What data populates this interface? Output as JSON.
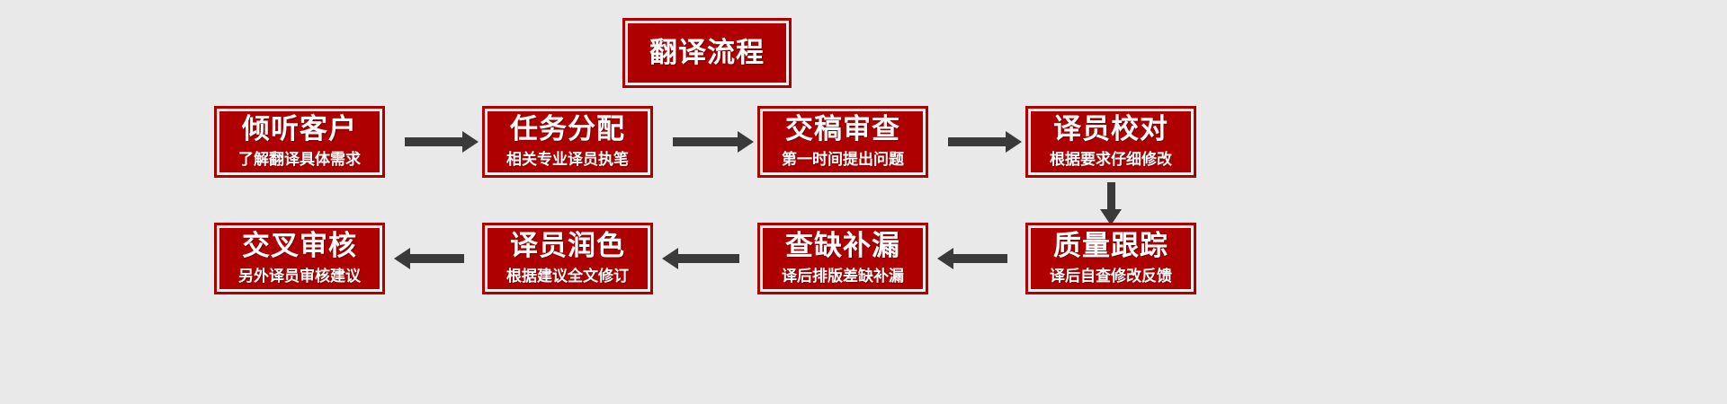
{
  "diagram": {
    "type": "flowchart",
    "background_color": "#e9e9e9",
    "box_fill_color": "#ae0000",
    "box_inner_border_color": "#f2eceb",
    "text_color": "#ffffff",
    "arrow_color": "#3a3a3a",
    "heading": {
      "title": "翻译流程"
    },
    "rows": [
      {
        "direction": "left-to-right",
        "nodes": [
          {
            "title": "倾听客户",
            "subtitle": "了解翻译具体需求"
          },
          {
            "title": "任务分配",
            "subtitle": "相关专业译员执笔"
          },
          {
            "title": "交稿审查",
            "subtitle": "第一时间提出问题"
          },
          {
            "title": "译员校对",
            "subtitle": "根据要求仔细修改"
          }
        ]
      },
      {
        "direction": "right-to-left",
        "nodes": [
          {
            "title": "交叉审核",
            "subtitle": "另外译员审核建议"
          },
          {
            "title": "译员润色",
            "subtitle": "根据建议全文修订"
          },
          {
            "title": "查缺补漏",
            "subtitle": "译后排版差缺补漏"
          },
          {
            "title": "质量跟踪",
            "subtitle": "译后自查修改反馈"
          }
        ]
      }
    ],
    "connectors": [
      {
        "name": "arrow-row1-1-to-2",
        "orientation": "horizontal",
        "points": "right"
      },
      {
        "name": "arrow-row1-2-to-3",
        "orientation": "horizontal",
        "points": "right"
      },
      {
        "name": "arrow-row1-3-to-4",
        "orientation": "horizontal",
        "points": "right"
      },
      {
        "name": "arrow-row1-4-to-row2-4",
        "orientation": "vertical",
        "points": "down"
      },
      {
        "name": "arrow-row2-4-to-3",
        "orientation": "horizontal",
        "points": "left"
      },
      {
        "name": "arrow-row2-3-to-2",
        "orientation": "horizontal",
        "points": "left"
      },
      {
        "name": "arrow-row2-2-to-1",
        "orientation": "horizontal",
        "points": "left"
      }
    ]
  }
}
